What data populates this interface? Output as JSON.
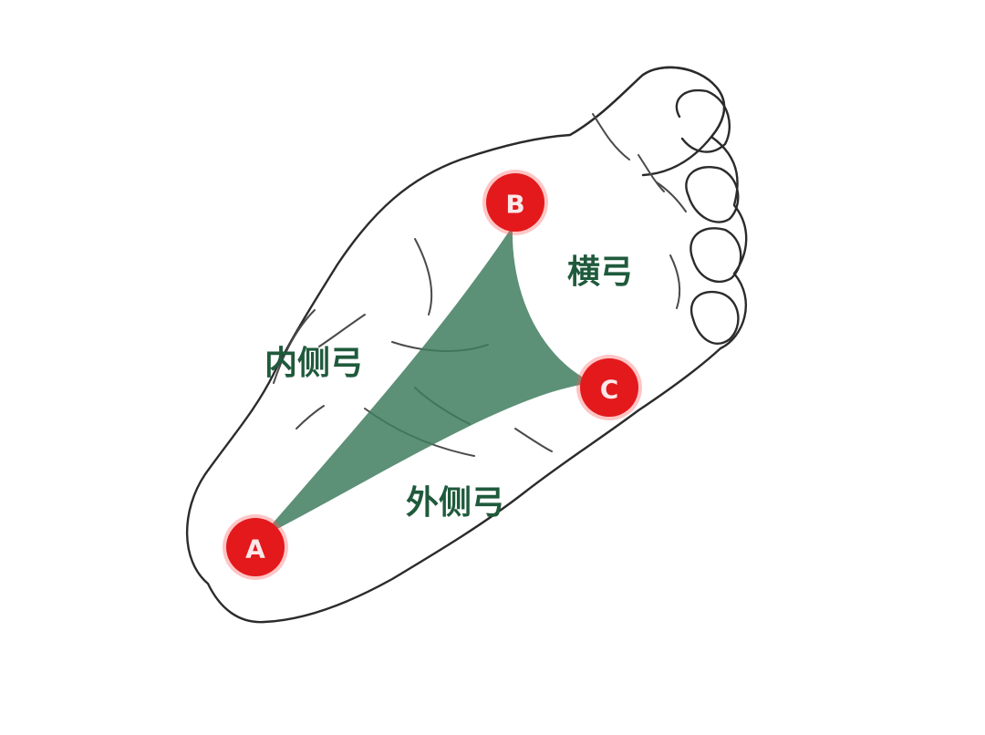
{
  "labels": {
    "transverse_arch": "横弓",
    "medial_arch": "内侧弓",
    "lateral_arch": "外侧弓"
  },
  "markers": {
    "a": "A",
    "b": "B",
    "c": "C"
  },
  "colors": {
    "arch_fill": "#3f7d5f",
    "marker_red": "#e3191c",
    "label_green": "#1f5a3c",
    "outline": "#2b2b2b"
  }
}
